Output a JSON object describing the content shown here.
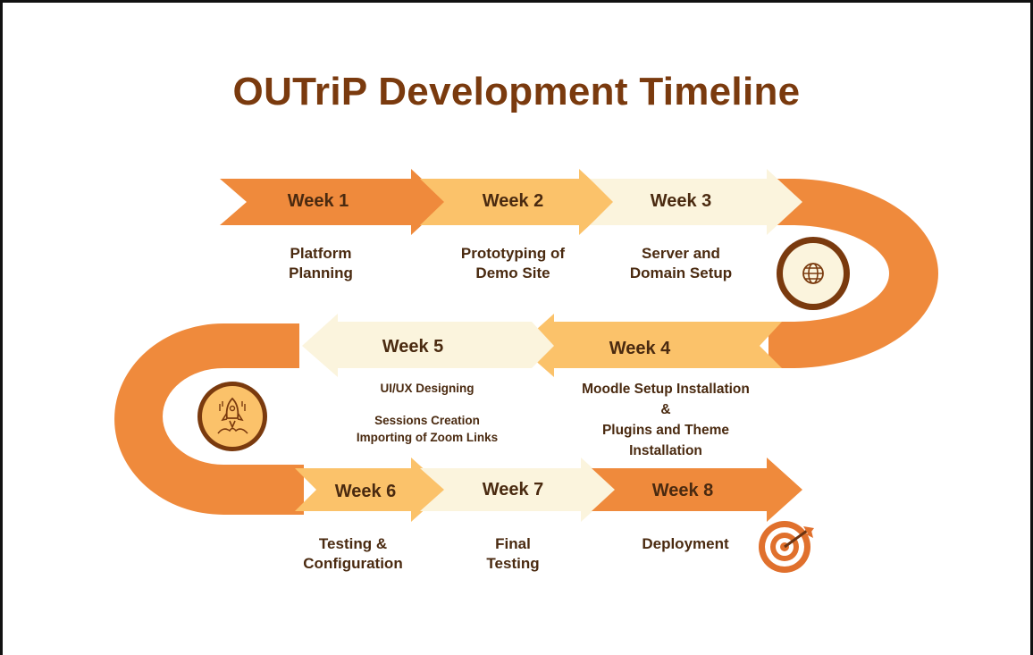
{
  "title": "OUTriP Development Timeline",
  "weeks": [
    {
      "label": "Week 1",
      "lines": [
        "Platform",
        "Planning"
      ]
    },
    {
      "label": "Week 2",
      "lines": [
        "Prototyping of",
        "Demo Site"
      ]
    },
    {
      "label": "Week 3",
      "lines": [
        "Server and",
        "Domain Setup"
      ]
    },
    {
      "label": "Week 4",
      "lines": [
        "Moodle Setup Installation",
        "&",
        "Plugins and Theme",
        "Installation"
      ]
    },
    {
      "label": "Week 5",
      "lines": [
        "UI/UX Designing",
        "Sessions Creation",
        "Importing of Zoom Links"
      ]
    },
    {
      "label": "Week 6",
      "lines": [
        "Testing &",
        "Configuration"
      ]
    },
    {
      "label": "Week 7",
      "lines": [
        "Final",
        "Testing"
      ]
    },
    {
      "label": "Week 8",
      "lines": [
        "Deployment"
      ]
    }
  ],
  "icons": [
    "globe-icon",
    "rocket-icon",
    "target-icon"
  ],
  "colors": {
    "title": "#7a3a0e",
    "dark_orange": "#ef8a3c",
    "light_orange": "#fbc26a",
    "cream": "#fbf4dd",
    "text": "#4a2a10",
    "icon_ring": "#7a3a0e"
  }
}
